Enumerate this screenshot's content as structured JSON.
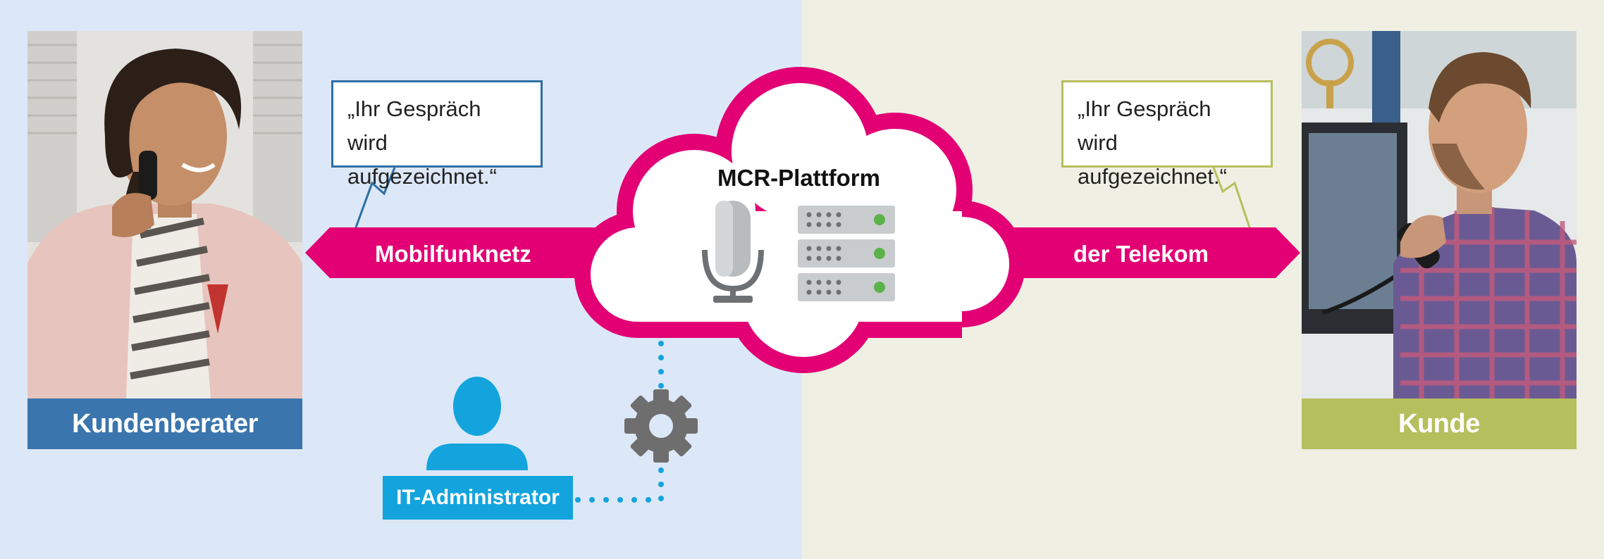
{
  "colors": {
    "magenta": "#e20074",
    "left_background": "#dce8f7",
    "right_background": "#eff0e3",
    "advisor_blue": "#3b75ad",
    "customer_green": "#b6bf5d",
    "admin_cyan": "#13a4de"
  },
  "left": {
    "role_label": "Kundenberater",
    "bubble_line1": "„Ihr Gespräch wird",
    "bubble_line2": "aufgezeichnet.“",
    "arrow_label": "Mobilfunknetz",
    "photo_icon": "woman-on-phone-photo"
  },
  "right": {
    "role_label": "Kunde",
    "bubble_line1": "„Ihr Gespräch wird",
    "bubble_line2": "aufgezeichnet.“",
    "arrow_label": "der Telekom",
    "photo_icon": "man-on-phone-photo"
  },
  "cloud": {
    "title": "MCR-Plattform",
    "icons": [
      "microphone-icon",
      "server-rack-icon"
    ]
  },
  "admin": {
    "label": "IT-Administrator",
    "icons": [
      "person-icon",
      "gear-icon"
    ]
  }
}
